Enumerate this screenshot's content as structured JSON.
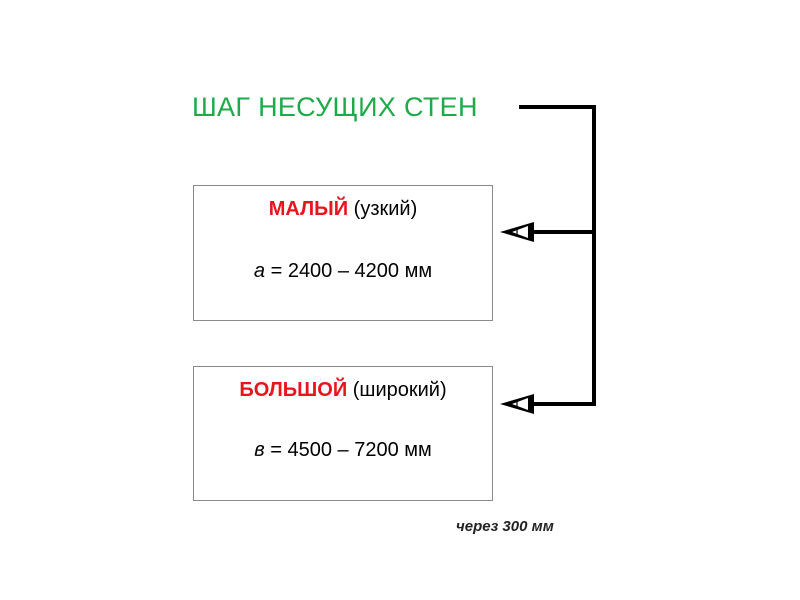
{
  "title": "ШАГ НЕСУЩИХ СТЕН",
  "boxes": [
    {
      "keyword": "МАЛЫЙ",
      "qualifier": "(узкий)",
      "variable": "а",
      "formula": "= 2400 – 4200 мм"
    },
    {
      "keyword": "БОЛЬШОЙ",
      "qualifier": "(широкий)",
      "variable": "в",
      "formula": "= 4500 – 7200 мм"
    }
  ],
  "note": "через 300 мм",
  "colors": {
    "title": "#1eaa4b",
    "keyword": "#e8141e",
    "connector": "#000000"
  }
}
